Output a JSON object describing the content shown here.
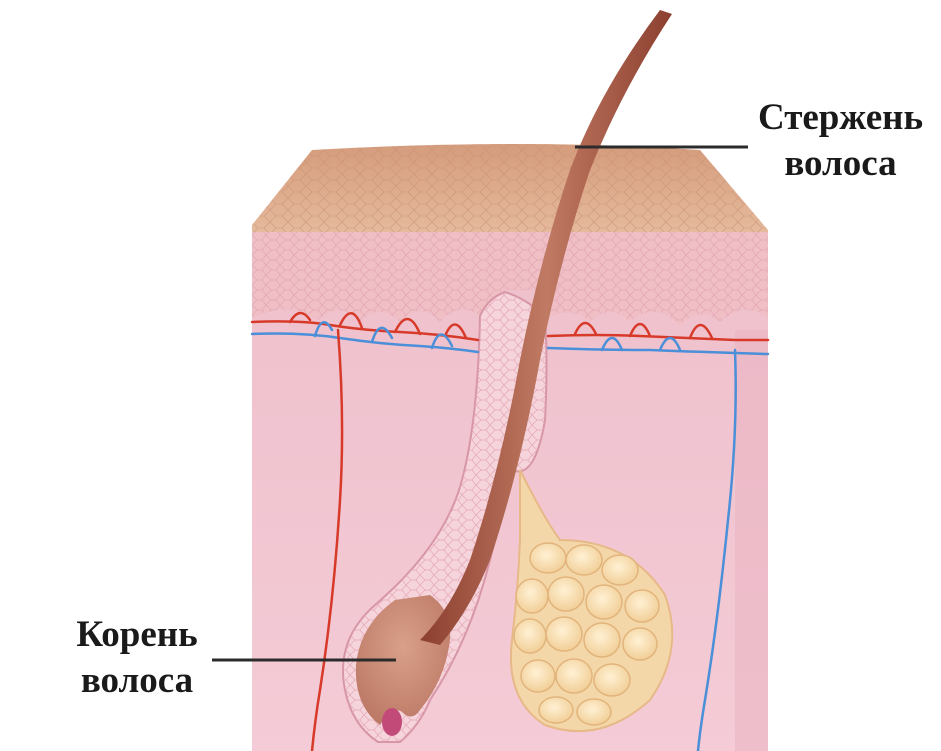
{
  "labels": {
    "shaft": {
      "line1": "Стержень",
      "line2": "волоса"
    },
    "root": {
      "line1": "Корень",
      "line2": "волоса"
    }
  },
  "colors": {
    "epidermis_top": "#d9a585",
    "dermis": "#f2c6d1",
    "artery": "#d83a2a",
    "vein": "#4a8fd8",
    "hair": "#a55a45",
    "gland": "#f3dcaa",
    "leader_line": "#2b2b2b"
  }
}
